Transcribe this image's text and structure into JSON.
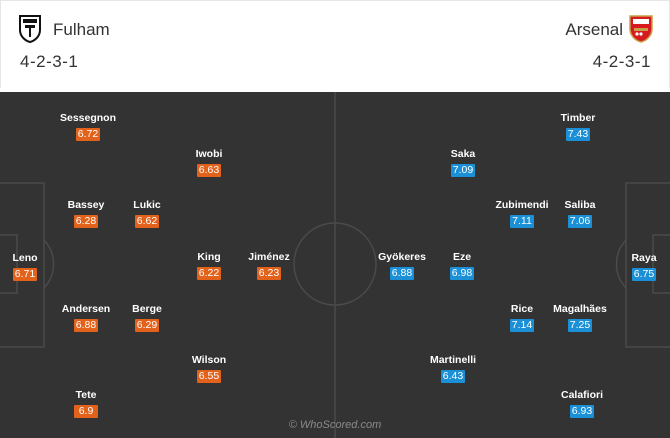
{
  "home": {
    "name": "Fulham",
    "formation": "4-2-3-1",
    "crest_icon": "fulham-crest-icon",
    "rating_color": "#e2621b",
    "players": [
      {
        "name": "Leno",
        "rating": "6.71"
      },
      {
        "name": "Sessegnon",
        "rating": "6.72"
      },
      {
        "name": "Bassey",
        "rating": "6.28"
      },
      {
        "name": "Andersen",
        "rating": "6.88"
      },
      {
        "name": "Tete",
        "rating": "6.9"
      },
      {
        "name": "Lukic",
        "rating": "6.62"
      },
      {
        "name": "Berge",
        "rating": "6.29"
      },
      {
        "name": "Iwobi",
        "rating": "6.63"
      },
      {
        "name": "King",
        "rating": "6.22"
      },
      {
        "name": "Wilson",
        "rating": "6.55"
      },
      {
        "name": "Jiménez",
        "rating": "6.23"
      }
    ]
  },
  "away": {
    "name": "Arsenal",
    "formation": "4-2-3-1",
    "crest_icon": "arsenal-crest-icon",
    "rating_color": "#1c90d6",
    "players": [
      {
        "name": "Raya",
        "rating": "6.75"
      },
      {
        "name": "Timber",
        "rating": "7.43"
      },
      {
        "name": "Saliba",
        "rating": "7.06"
      },
      {
        "name": "Magalhães",
        "rating": "7.25"
      },
      {
        "name": "Calafiori",
        "rating": "6.93"
      },
      {
        "name": "Zubimendi",
        "rating": "7.11"
      },
      {
        "name": "Rice",
        "rating": "7.14"
      },
      {
        "name": "Saka",
        "rating": "7.09"
      },
      {
        "name": "Eze",
        "rating": "6.98"
      },
      {
        "name": "Martinelli",
        "rating": "6.43"
      },
      {
        "name": "Gyökeres",
        "rating": "6.88"
      }
    ]
  },
  "pitch_color": "#333333",
  "watermark": "© WhoScored.com"
}
